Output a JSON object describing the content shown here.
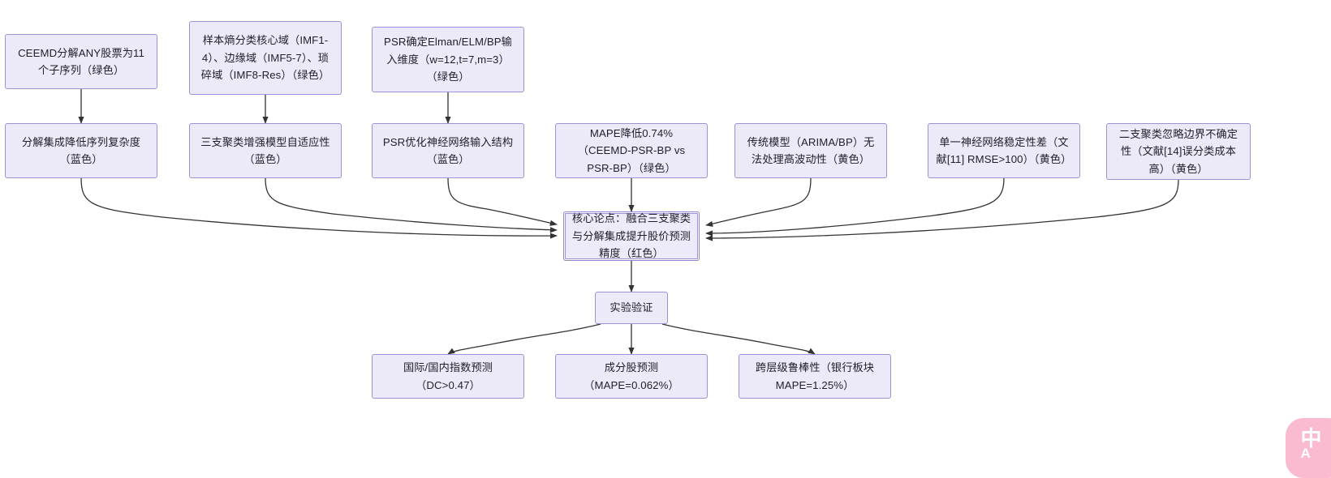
{
  "diagram": {
    "type": "flowchart",
    "title": "",
    "background_color": "#FFFFFF",
    "node_fill_color": "#ECEAF8",
    "node_border_color": "#9B93D6",
    "edge_color": "#333333",
    "core_node_border_color": "#8F85D0"
  },
  "nodes": {
    "evidence_ceemd": "CEEMD分解ANY股票为11个子序列（绿色）",
    "evidence_entropy": "样本熵分类核心域（IMF1-4）、边缘域（IMF5-7）、琐碎域（IMF8-Res）（绿色）",
    "evidence_psr": "PSR确定Elman/ELM/BP输入维度（w=12,t=7,m=3）（绿色）",
    "reason_decomp": "分解集成降低序列复杂度（蓝色）",
    "reason_threeway": "三支聚类增强模型自适应性（蓝色）",
    "reason_psr": "PSR优化神经网络输入结构（蓝色）",
    "result_mape": "MAPE降低0.74%（CEEMD-PSR-BP vs PSR-BP）（绿色）",
    "gap_traditional": "传统模型（ARIMA/BP）无法处理高波动性（黄色）",
    "gap_single_nn": "单一神经网络稳定性差（文献[11] RMSE>100）（黄色）",
    "gap_twoway": "二支聚类忽略边界不确定性（文献[14]误分类成本高）（黄色）",
    "core_claim": "核心论点：融合三支聚类与分解集成提升股价预测精度（红色）",
    "experiment": "实验验证",
    "exp_index": "国际/国内指数预测（DC>0.47）",
    "exp_constituent": "成分股预测（MAPE=0.062%）",
    "exp_robustness": "跨层级鲁棒性（银行板块MAPE=1.25%）"
  },
  "watermark": {
    "main": "中",
    "sub": "A"
  }
}
